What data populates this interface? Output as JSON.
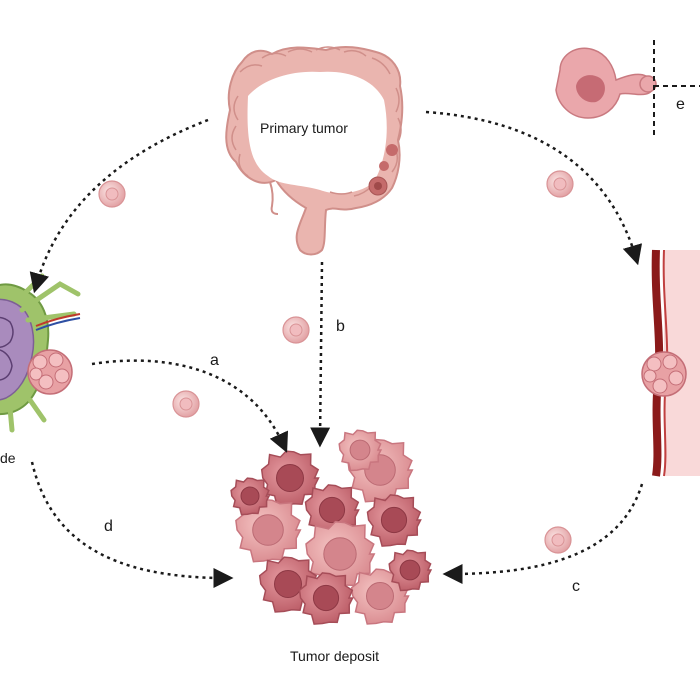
{
  "labels": {
    "primary_tumor": "Primary tumor",
    "tumor_deposit": "Tumor deposit",
    "lymph_node_partial": "de"
  },
  "pathways": {
    "a": "a",
    "b": "b",
    "c": "c",
    "d": "d",
    "e": "e"
  },
  "colors": {
    "tumor_pink": "#e8aeb0",
    "tumor_dark": "#c96b74",
    "colon": "#e9b3ae",
    "vessel_red": "#8b1a1a",
    "vessel_wall": "#f9dcdc",
    "node_green": "#9fc36a",
    "node_purple": "#a98bbd",
    "arrow": "#1a1a1a"
  },
  "icons": [
    "colon-icon",
    "lymph-node-icon",
    "blood-vessel-icon",
    "tumor-cell-icon",
    "tumor-deposit-icon"
  ]
}
